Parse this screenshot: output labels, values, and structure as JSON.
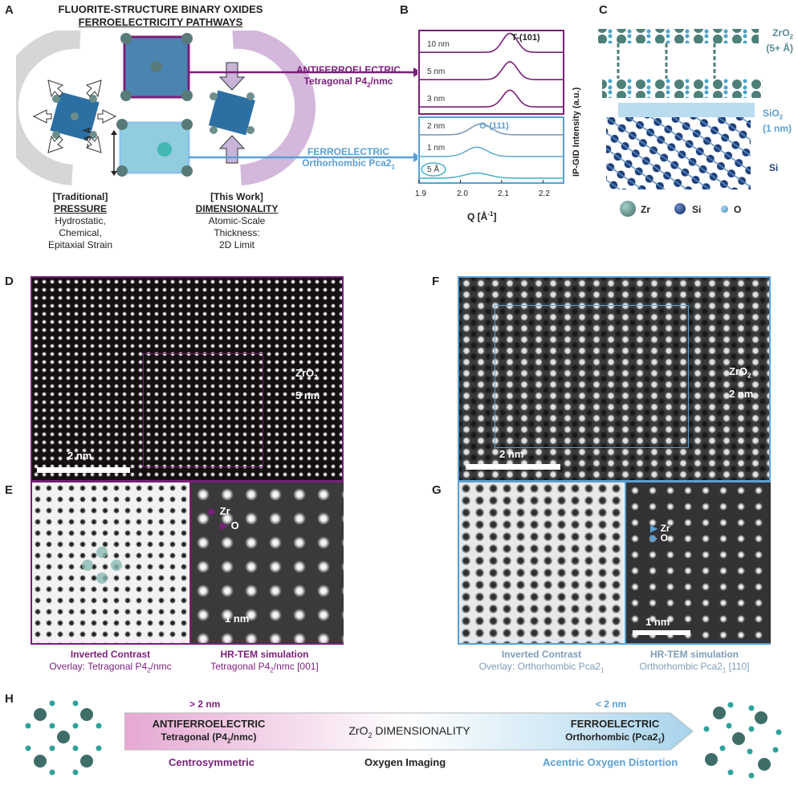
{
  "panel_labels": {
    "a": "A",
    "b": "B",
    "c": "C",
    "d": "D",
    "e": "E",
    "f": "F",
    "g": "G",
    "h": "H"
  },
  "panel_a": {
    "title_line1": "FLUORITE-STRUCTURE BINARY OXIDES",
    "title_line2": "FERROELECTRICITY PATHWAYS",
    "afe_line1": "ANTIFERROELECTRIC",
    "afe_line2": "Tetragonal P4",
    "afe_line2_sub": "2",
    "afe_line2_end": "/nmc",
    "fe_line1": "FERROELECTRIC",
    "fe_line2": "Orthorhombic Pca2",
    "fe_line2_sub": "1",
    "thickness": "~ 5 Å",
    "traditional_title": "[Traditional]",
    "traditional_head": "PRESSURE",
    "traditional_l1": "Hydrostatic,",
    "traditional_l2": "Chemical,",
    "traditional_l3": "Epitaxial Strain",
    "work_title": "[This Work]",
    "work_head": "DIMENSIONALITY",
    "work_l1": "Atomic-Scale",
    "work_l2": "Thickness:",
    "work_l3": "2D Limit"
  },
  "panel_b": {
    "ylabel": "IP-GID Intensity (a.u.)",
    "xlabel": "Q [Å",
    "xlabel_sup": "-1",
    "xlabel_end": "]",
    "peak_t": "T-(101)",
    "peak_o": "O-(111)"
  },
  "chart_data": {
    "type": "line",
    "xlabel": "Q [Å-1]",
    "ylabel": "IP-GID Intensity (a.u.)",
    "xlim": [
      1.9,
      2.25
    ],
    "xticks": [
      "1.9",
      "2.0",
      "2.1",
      "2.2"
    ],
    "series": [
      {
        "name": "10 nm",
        "color": "#7a1f7a",
        "peak_x": 2.12,
        "peak_h": 0.85,
        "width": 0.018,
        "baseline": 0.1
      },
      {
        "name": "5 nm",
        "color": "#7a1f7a",
        "peak_x": 2.12,
        "peak_h": 0.8,
        "width": 0.018,
        "baseline": 0.1
      },
      {
        "name": "3 nm",
        "color": "#7a1f7a",
        "peak_x": 2.12,
        "peak_h": 0.75,
        "width": 0.018,
        "baseline": 0.1
      },
      {
        "name": "2 nm",
        "color": "#7f9cb8",
        "peak_x": 2.05,
        "peak_h": 0.65,
        "width": 0.025,
        "baseline": 0.1
      },
      {
        "name": "1 nm",
        "color": "#6aaed6",
        "peak_x": 2.04,
        "peak_h": 0.55,
        "width": 0.025,
        "baseline": 0.1
      },
      {
        "name": "5 Å",
        "color": "#4ab3c8",
        "peak_x": 2.04,
        "peak_h": 0.3,
        "width": 0.03,
        "baseline": 0.1
      }
    ]
  },
  "panel_c": {
    "zro2": "ZrO",
    "zro2_sub": "2",
    "zro2_thick": "(5+ Å)",
    "sio2": "SiO",
    "sio2_sub": "2",
    "sio2_thick": "(1 nm)",
    "si": "Si",
    "legend_zr": "Zr",
    "legend_si": "Si",
    "legend_o": "O"
  },
  "panel_d": {
    "material": "ZrO",
    "material_sub": "2",
    "thickness": "5 nm",
    "scalebar": "2 nm"
  },
  "panel_e": {
    "zr": "Zr",
    "o": "O",
    "scalebar": "1 nm",
    "cap_left_1": "Inverted Contrast",
    "cap_left_2": "Overlay: Tetragonal P4",
    "cap_left_2_sub": "2",
    "cap_left_2_end": "/nmc",
    "cap_right_1": "HR-TEM simulation",
    "cap_right_2": "Tetragonal P4",
    "cap_right_2_sub": "2",
    "cap_right_2_end": "/nmc [001]"
  },
  "panel_f": {
    "material": "ZrO",
    "material_sub": "2",
    "thickness": "2 nm",
    "scalebar": "2 nm"
  },
  "panel_g": {
    "zr": "Zr",
    "o": "O",
    "scalebar": "1 nm",
    "cap_left_1": "Inverted Contrast",
    "cap_left_2": "Overlay: Orthorhombic Pca2",
    "cap_left_2_sub": "1",
    "cap_right_1": "HR-TEM simulation",
    "cap_right_2": "Orthorhombic Pca2",
    "cap_right_2_sub": "1",
    "cap_right_2_end": " [110]"
  },
  "panel_h": {
    "left_size": "> 2 nm",
    "right_size": "< 2 nm",
    "afe": "ANTIFERROELECTRIC",
    "afe_phase": "Tetragonal (P4",
    "afe_phase_sub": "2",
    "afe_phase_end": "/nmc)",
    "center": "ZrO",
    "center_sub": "2",
    "center_end": " DIMENSIONALITY",
    "fe": "FERROELECTRIC",
    "fe_phase": "Orthorhombic (Pca2",
    "fe_phase_sub": "1",
    "fe_phase_end": ")",
    "left_caption": "Centrosymmetric",
    "center_caption": "Oxygen Imaging",
    "right_caption": "Acentric Oxygen Distortion"
  },
  "colors": {
    "purple": "#7a1f7a",
    "blue": "#5a9fd4",
    "grayblue": "#7f9cb8",
    "teal": "#2f6f86"
  }
}
